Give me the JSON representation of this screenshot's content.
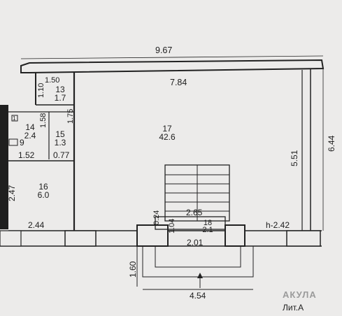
{
  "plan": {
    "dimensions": {
      "overall_width": "9.67",
      "inner_width": "7.84",
      "right_height": "6.44",
      "inner_right": "5.51",
      "left_height": "2.47",
      "bottom_left": "2.44",
      "h_mark": "h-2.42",
      "porch_depth": "1.60",
      "porch_width": "4.54",
      "vestibule_width": "2.65",
      "vestibule_depth": "1.04",
      "small_gap": "0.24",
      "entry_width": "2.01",
      "corridor_w": "1.50",
      "corridor_h": "1.10",
      "closet_h": "1.58",
      "closet_h2": "1.75",
      "room14_w": "1.52",
      "room15_w": "0.77"
    },
    "rooms": [
      {
        "num": "13",
        "area": "1.7"
      },
      {
        "num": "14",
        "area": "2.4"
      },
      {
        "num": "15",
        "area": "1.3"
      },
      {
        "num": "16",
        "area": "6.0"
      },
      {
        "num": "17",
        "area": "42.6"
      },
      {
        "num": "18",
        "area": "2.1"
      }
    ],
    "marker_1": "1",
    "marker_2": "9",
    "footer_label": "Лит.А",
    "watermark": "АКУЛА"
  }
}
